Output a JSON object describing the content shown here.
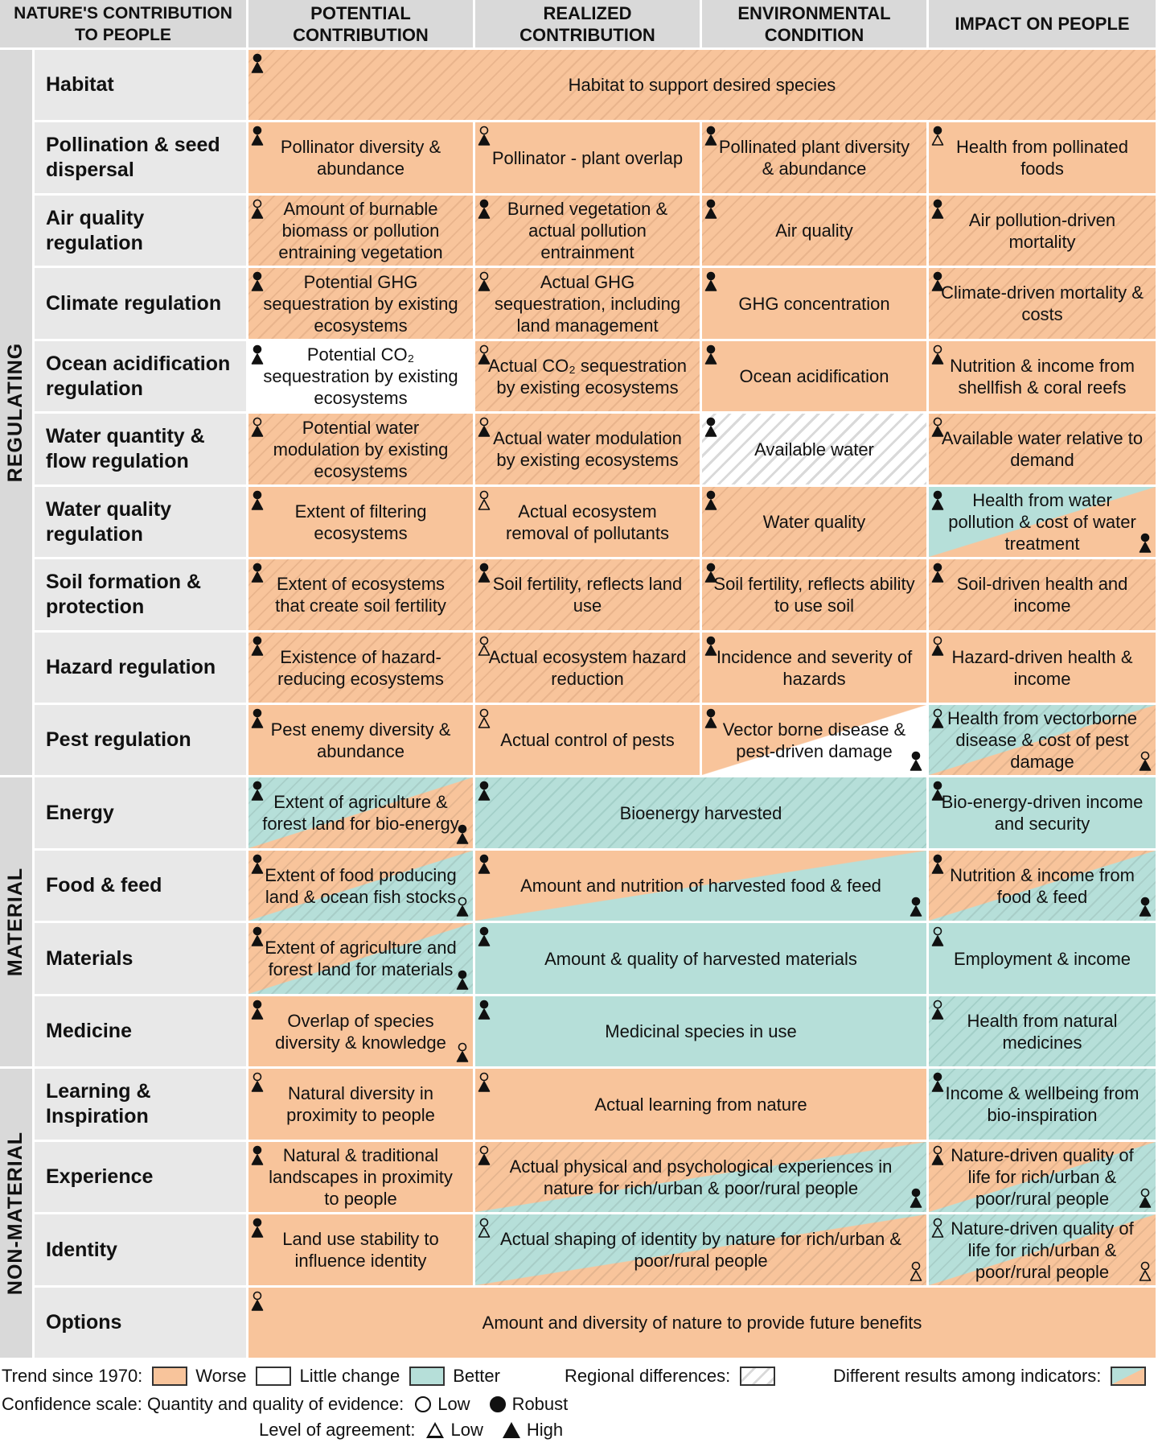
{
  "headers": [
    "NATURE'S CONTRIBUTION TO PEOPLE",
    "POTENTIAL CONTRIBUTION",
    "REALIZED CONTRIBUTION",
    "ENVIRONMENTAL CONDITION",
    "IMPACT ON PEOPLE"
  ],
  "groups": [
    {
      "label": "REGULATING",
      "rows": [
        0,
        9
      ]
    },
    {
      "label": "MATERIAL",
      "rows": [
        10,
        13
      ]
    },
    {
      "label": "NON-MATERIAL",
      "rows": [
        14,
        17
      ]
    }
  ],
  "rows": [
    {
      "label": "Habitat",
      "cells": [
        {
          "text": "Habitat to support desired species",
          "col": 1,
          "span": 4,
          "fill": "hatch-worse",
          "icons": [
            {
              "pos": "tl",
              "c": "robust-high"
            }
          ]
        }
      ]
    },
    {
      "label": "Pollination & seed dispersal",
      "cells": [
        {
          "text": "Pollinator diversity & abundance",
          "col": 1,
          "span": 1,
          "fill": "worse",
          "icons": [
            {
              "pos": "tl",
              "c": "robust-high"
            }
          ]
        },
        {
          "text": "Pollinator - plant overlap",
          "col": 2,
          "span": 1,
          "fill": "worse",
          "icons": [
            {
              "pos": "tl",
              "c": "low-high"
            }
          ]
        },
        {
          "text": "Pollinated plant diversity & abundance",
          "col": 3,
          "span": 1,
          "fill": "hatch-worse",
          "icons": [
            {
              "pos": "tl",
              "c": "robust-high"
            }
          ]
        },
        {
          "text": "Health from pollinated foods",
          "col": 4,
          "span": 1,
          "fill": "worse",
          "icons": [
            {
              "pos": "tl",
              "c": "robust-low"
            }
          ]
        }
      ]
    },
    {
      "label": "Air quality regulation",
      "cells": [
        {
          "text": "Amount of burnable biomass or pollution entraining vegetation",
          "col": 1,
          "span": 1,
          "fill": "hatch-worse",
          "icons": [
            {
              "pos": "tl",
              "c": "low-high"
            }
          ]
        },
        {
          "text": "Burned vegetation & actual pollution entrainment",
          "col": 2,
          "span": 1,
          "fill": "hatch-worse",
          "icons": [
            {
              "pos": "tl",
              "c": "robust-high"
            }
          ]
        },
        {
          "text": "Air quality",
          "col": 3,
          "span": 1,
          "fill": "hatch-worse",
          "icons": [
            {
              "pos": "tl",
              "c": "robust-high"
            }
          ]
        },
        {
          "text": "Air pollution-driven mortality",
          "col": 4,
          "span": 1,
          "fill": "hatch-worse",
          "icons": [
            {
              "pos": "tl",
              "c": "robust-high"
            }
          ]
        }
      ]
    },
    {
      "label": "Climate regulation",
      "cells": [
        {
          "text": "Potential GHG sequestration by existing ecosystems",
          "col": 1,
          "span": 1,
          "fill": "hatch-worse",
          "icons": [
            {
              "pos": "tl",
              "c": "robust-high"
            }
          ]
        },
        {
          "text": "Actual GHG sequestration, including land management",
          "col": 2,
          "span": 1,
          "fill": "hatch-worse",
          "icons": [
            {
              "pos": "tl",
              "c": "low-high"
            }
          ]
        },
        {
          "text": "GHG concentration",
          "col": 3,
          "span": 1,
          "fill": "worse",
          "icons": [
            {
              "pos": "tl",
              "c": "robust-high"
            }
          ]
        },
        {
          "text": "Climate-driven mortality & costs",
          "col": 4,
          "span": 1,
          "fill": "hatch-worse",
          "icons": [
            {
              "pos": "tl",
              "c": "robust-high"
            }
          ]
        }
      ]
    },
    {
      "label": "Ocean acidification regulation",
      "cells": [
        {
          "text": "Potential CO₂ sequestration by existing ecosystems",
          "col": 1,
          "span": 1,
          "fill": "little",
          "icons": [
            {
              "pos": "tl",
              "c": "robust-high"
            }
          ]
        },
        {
          "text": "Actual CO₂ sequestration by existing ecosystems",
          "col": 2,
          "span": 1,
          "fill": "hatch-worse",
          "icons": [
            {
              "pos": "tl",
              "c": "low-high"
            }
          ]
        },
        {
          "text": "Ocean acidification",
          "col": 3,
          "span": 1,
          "fill": "worse",
          "icons": [
            {
              "pos": "tl",
              "c": "robust-high"
            }
          ]
        },
        {
          "text": "Nutrition & income from shellfish & coral reefs",
          "col": 4,
          "span": 1,
          "fill": "worse",
          "icons": [
            {
              "pos": "tl",
              "c": "low-high"
            }
          ]
        }
      ]
    },
    {
      "label": "Water quantity & flow regulation",
      "cells": [
        {
          "text": "Potential water modulation by existing ecosystems",
          "col": 1,
          "span": 1,
          "fill": "hatch-worse",
          "icons": [
            {
              "pos": "tl",
              "c": "low-high"
            }
          ]
        },
        {
          "text": "Actual water modulation by existing ecosystems",
          "col": 2,
          "span": 1,
          "fill": "hatch-worse",
          "icons": [
            {
              "pos": "tl",
              "c": "low-high"
            }
          ]
        },
        {
          "text": "Available water",
          "col": 3,
          "span": 1,
          "fill": "hatch-little",
          "icons": [
            {
              "pos": "tl",
              "c": "robust-high"
            }
          ]
        },
        {
          "text": "Available water relative to demand",
          "col": 4,
          "span": 1,
          "fill": "hatch-worse",
          "icons": [
            {
              "pos": "tl",
              "c": "low-high"
            }
          ]
        }
      ]
    },
    {
      "label": "Water quality regulation",
      "cells": [
        {
          "text": "Extent of filtering ecosystems",
          "col": 1,
          "span": 1,
          "fill": "worse",
          "icons": [
            {
              "pos": "tl",
              "c": "robust-high"
            }
          ]
        },
        {
          "text": "Actual ecosystem removal of pollutants",
          "col": 2,
          "span": 1,
          "fill": "worse",
          "icons": [
            {
              "pos": "tl",
              "c": "low-low"
            }
          ]
        },
        {
          "text": "Water quality",
          "col": 3,
          "span": 1,
          "fill": "hatch-worse",
          "icons": [
            {
              "pos": "tl",
              "c": "robust-high"
            }
          ]
        },
        {
          "text": "Health from water pollution & cost of water treatment",
          "col": 4,
          "span": 1,
          "fill": "split-bw",
          "icons": [
            {
              "pos": "tl",
              "c": "robust-high"
            },
            {
              "pos": "br",
              "c": "robust-high"
            }
          ]
        }
      ]
    },
    {
      "label": "Soil formation & protection",
      "cells": [
        {
          "text": "Extent of ecosystems that create soil fertility",
          "col": 1,
          "span": 1,
          "fill": "hatch-worse",
          "icons": [
            {
              "pos": "tl",
              "c": "robust-high"
            }
          ]
        },
        {
          "text": "Soil fertility, reflects land use",
          "col": 2,
          "span": 1,
          "fill": "hatch-worse",
          "icons": [
            {
              "pos": "tl",
              "c": "robust-high"
            }
          ]
        },
        {
          "text": "Soil fertility, reflects ability to use soil",
          "col": 3,
          "span": 1,
          "fill": "hatch-worse",
          "icons": [
            {
              "pos": "tl",
              "c": "robust-high"
            }
          ]
        },
        {
          "text": "Soil-driven health and income",
          "col": 4,
          "span": 1,
          "fill": "hatch-worse",
          "icons": [
            {
              "pos": "tl",
              "c": "robust-high"
            }
          ]
        }
      ]
    },
    {
      "label": "Hazard regulation",
      "cells": [
        {
          "text": "Existence of hazard-reducing ecosystems",
          "col": 1,
          "span": 1,
          "fill": "hatch-worse",
          "icons": [
            {
              "pos": "tl",
              "c": "robust-high"
            }
          ]
        },
        {
          "text": "Actual ecosystem hazard reduction",
          "col": 2,
          "span": 1,
          "fill": "hatch-worse",
          "icons": [
            {
              "pos": "tl",
              "c": "low-low"
            }
          ]
        },
        {
          "text": "Incidence and severity of hazards",
          "col": 3,
          "span": 1,
          "fill": "worse",
          "icons": [
            {
              "pos": "tl",
              "c": "robust-high"
            }
          ]
        },
        {
          "text": "Hazard-driven health & income",
          "col": 4,
          "span": 1,
          "fill": "worse",
          "icons": [
            {
              "pos": "tl",
              "c": "low-high"
            }
          ]
        }
      ]
    },
    {
      "label": "Pest regulation",
      "cells": [
        {
          "text": "Pest enemy diversity & abundance",
          "col": 1,
          "span": 1,
          "fill": "worse",
          "icons": [
            {
              "pos": "tl",
              "c": "robust-high"
            }
          ]
        },
        {
          "text": "Actual control of pests",
          "col": 2,
          "span": 1,
          "fill": "worse",
          "icons": [
            {
              "pos": "tl",
              "c": "low-low"
            }
          ]
        },
        {
          "text": "Vector borne disease & pest-driven damage",
          "col": 3,
          "span": 1,
          "fill": "split-wl",
          "icons": [
            {
              "pos": "tl",
              "c": "robust-high"
            },
            {
              "pos": "br",
              "c": "robust-high"
            }
          ]
        },
        {
          "text": "Health from vectorborne disease & cost of pest damage",
          "col": 4,
          "span": 1,
          "fill": "hatch-split-bw",
          "icons": [
            {
              "pos": "tl",
              "c": "low-high"
            },
            {
              "pos": "br",
              "c": "low-high"
            }
          ]
        }
      ]
    },
    {
      "label": "Energy",
      "cells": [
        {
          "text": "Extent of agriculture & forest land for bio-energy",
          "col": 1,
          "span": 1,
          "fill": "hatch-split-bw",
          "icons": [
            {
              "pos": "tl",
              "c": "robust-high"
            },
            {
              "pos": "br",
              "c": "robust-high"
            }
          ]
        },
        {
          "text": "Bioenergy harvested",
          "col": 2,
          "span": 2,
          "fill": "hatch-better",
          "icons": [
            {
              "pos": "tl",
              "c": "robust-high"
            }
          ]
        },
        {
          "text": "Bio-energy-driven income and security",
          "col": 4,
          "span": 1,
          "fill": "better",
          "icons": [
            {
              "pos": "tl",
              "c": "robust-high"
            }
          ]
        }
      ]
    },
    {
      "label": "Food & feed",
      "cells": [
        {
          "text": "Extent of food producing land & ocean fish stocks",
          "col": 1,
          "span": 1,
          "fill": "hatch-split-wb",
          "icons": [
            {
              "pos": "tl",
              "c": "robust-high"
            },
            {
              "pos": "br",
              "c": "low-high"
            }
          ]
        },
        {
          "text": "Amount and nutrition of harvested food & feed",
          "col": 2,
          "span": 2,
          "fill": "split-wb",
          "icons": [
            {
              "pos": "tl",
              "c": "robust-high"
            },
            {
              "pos": "br",
              "c": "robust-high"
            }
          ]
        },
        {
          "text": "Nutrition & income from food & feed",
          "col": 4,
          "span": 1,
          "fill": "hatch-split-wb",
          "icons": [
            {
              "pos": "tl",
              "c": "robust-high"
            },
            {
              "pos": "br",
              "c": "robust-high"
            }
          ]
        }
      ]
    },
    {
      "label": "Materials",
      "cells": [
        {
          "text": "Extent of agriculture and forest land for materials",
          "col": 1,
          "span": 1,
          "fill": "hatch-split-wb",
          "icons": [
            {
              "pos": "tl",
              "c": "robust-high"
            },
            {
              "pos": "br",
              "c": "robust-high"
            }
          ]
        },
        {
          "text": "Amount & quality of harvested materials",
          "col": 2,
          "span": 2,
          "fill": "better",
          "icons": [
            {
              "pos": "tl",
              "c": "robust-high"
            }
          ]
        },
        {
          "text": "Employment & income",
          "col": 4,
          "span": 1,
          "fill": "better",
          "icons": [
            {
              "pos": "tl",
              "c": "low-high"
            }
          ]
        }
      ]
    },
    {
      "label": "Medicine",
      "cells": [
        {
          "text": "Overlap of species diversity & knowledge",
          "col": 1,
          "span": 1,
          "fill": "worse",
          "icons": [
            {
              "pos": "tl",
              "c": "robust-high"
            },
            {
              "pos": "br",
              "c": "low-high"
            }
          ]
        },
        {
          "text": "Medicinal species in use",
          "col": 2,
          "span": 2,
          "fill": "better",
          "icons": [
            {
              "pos": "tl",
              "c": "robust-high"
            }
          ]
        },
        {
          "text": "Health from natural medicines",
          "col": 4,
          "span": 1,
          "fill": "hatch-better",
          "icons": [
            {
              "pos": "tl",
              "c": "low-high"
            }
          ]
        }
      ]
    },
    {
      "label": "Learning & Inspiration",
      "cells": [
        {
          "text": "Natural diversity in proximity to people",
          "col": 1,
          "span": 1,
          "fill": "worse",
          "icons": [
            {
              "pos": "tl",
              "c": "low-high"
            }
          ]
        },
        {
          "text": "Actual learning from nature",
          "col": 2,
          "span": 2,
          "fill": "worse",
          "icons": [
            {
              "pos": "tl",
              "c": "low-high"
            }
          ]
        },
        {
          "text": "Income & wellbeing from bio-inspiration",
          "col": 4,
          "span": 1,
          "fill": "hatch-better",
          "icons": [
            {
              "pos": "tl",
              "c": "robust-high"
            }
          ]
        }
      ]
    },
    {
      "label": "Experience",
      "cells": [
        {
          "text": "Natural & traditional landscapes in proximity to people",
          "col": 1,
          "span": 1,
          "fill": "worse",
          "icons": [
            {
              "pos": "tl",
              "c": "robust-high"
            }
          ]
        },
        {
          "text": "Actual physical and psychological experiences in nature for rich/urban & poor/rural people",
          "col": 2,
          "span": 2,
          "fill": "hatch-split-wb",
          "icons": [
            {
              "pos": "tl",
              "c": "low-high"
            },
            {
              "pos": "br",
              "c": "robust-high"
            }
          ]
        },
        {
          "text": "Nature-driven quality of life for rich/urban & poor/rural people",
          "col": 4,
          "span": 1,
          "fill": "hatch-split-wb",
          "icons": [
            {
              "pos": "tl",
              "c": "low-high"
            },
            {
              "pos": "br",
              "c": "low-high"
            }
          ]
        }
      ]
    },
    {
      "label": "Identity",
      "cells": [
        {
          "text": "Land use stability to influence identity",
          "col": 1,
          "span": 1,
          "fill": "worse",
          "icons": [
            {
              "pos": "tl",
              "c": "robust-high"
            }
          ]
        },
        {
          "text": "Actual shaping of identity by nature for rich/urban & poor/rural people",
          "col": 2,
          "span": 2,
          "fill": "hatch-split-bw",
          "icons": [
            {
              "pos": "tl",
              "c": "low-low"
            },
            {
              "pos": "br",
              "c": "low-low"
            }
          ]
        },
        {
          "text": "Nature-driven quality of life for rich/urban & poor/rural people",
          "col": 4,
          "span": 1,
          "fill": "hatch-split-bw",
          "icons": [
            {
              "pos": "tl",
              "c": "low-low"
            },
            {
              "pos": "br",
              "c": "low-low"
            }
          ]
        }
      ]
    },
    {
      "label": "Options",
      "cells": [
        {
          "text": "Amount and diversity of nature to provide future benefits",
          "col": 1,
          "span": 4,
          "fill": "worse",
          "icons": [
            {
              "pos": "tl",
              "c": "low-high"
            }
          ]
        }
      ]
    }
  ],
  "legend": {
    "trend_label": "Trend since 1970:",
    "worse": "Worse",
    "little": "Little change",
    "better": "Better",
    "regional": "Regional differences:",
    "different": "Different results among indicators:",
    "confidence_label": "Confidence scale: Quantity and quality of evidence:",
    "low": "Low",
    "robust": "Robust",
    "agreement_label": "Level of agreement:",
    "low2": "Low",
    "high": "High"
  }
}
